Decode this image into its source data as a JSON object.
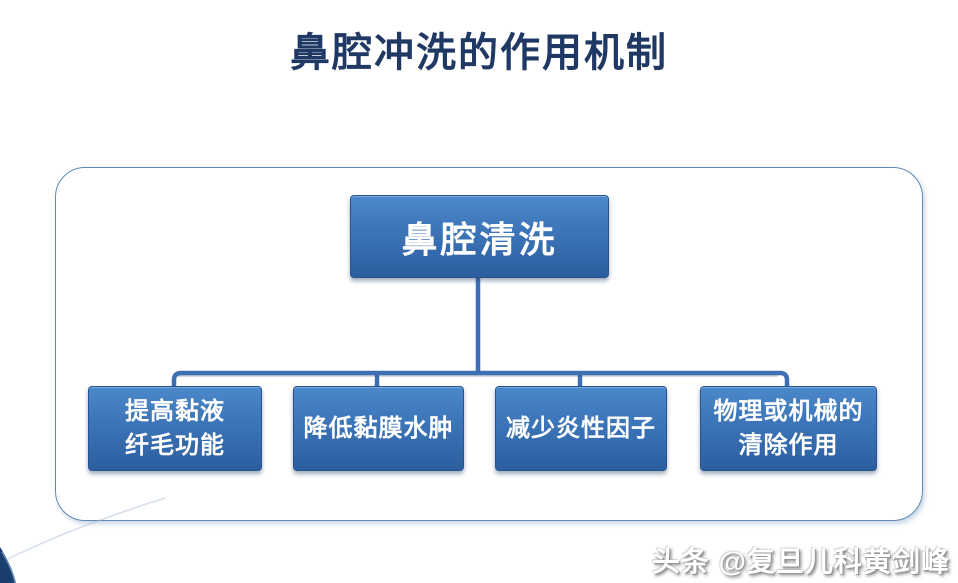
{
  "title": "鼻腔冲洗的作用机制",
  "watermark": "头条 @复旦儿科黄剑峰",
  "diagram": {
    "root": {
      "label": "鼻腔清洗"
    },
    "children": [
      {
        "lines": [
          "提高黏液",
          "纤毛功能"
        ]
      },
      {
        "lines": [
          "降低黏膜水肿"
        ]
      },
      {
        "lines": [
          "减少炎性因子"
        ]
      },
      {
        "lines": [
          "物理或机械的",
          "清除作用"
        ]
      }
    ]
  },
  "colors": {
    "title_text": "#1f3864",
    "box_gradient_top": "#4b88ca",
    "box_gradient_bottom": "#2c5e9f",
    "box_border": "#28548f",
    "connector": "#3e6fb2",
    "frame_border": "#5f8ab6",
    "corner_navy": "#1a3e6d"
  }
}
